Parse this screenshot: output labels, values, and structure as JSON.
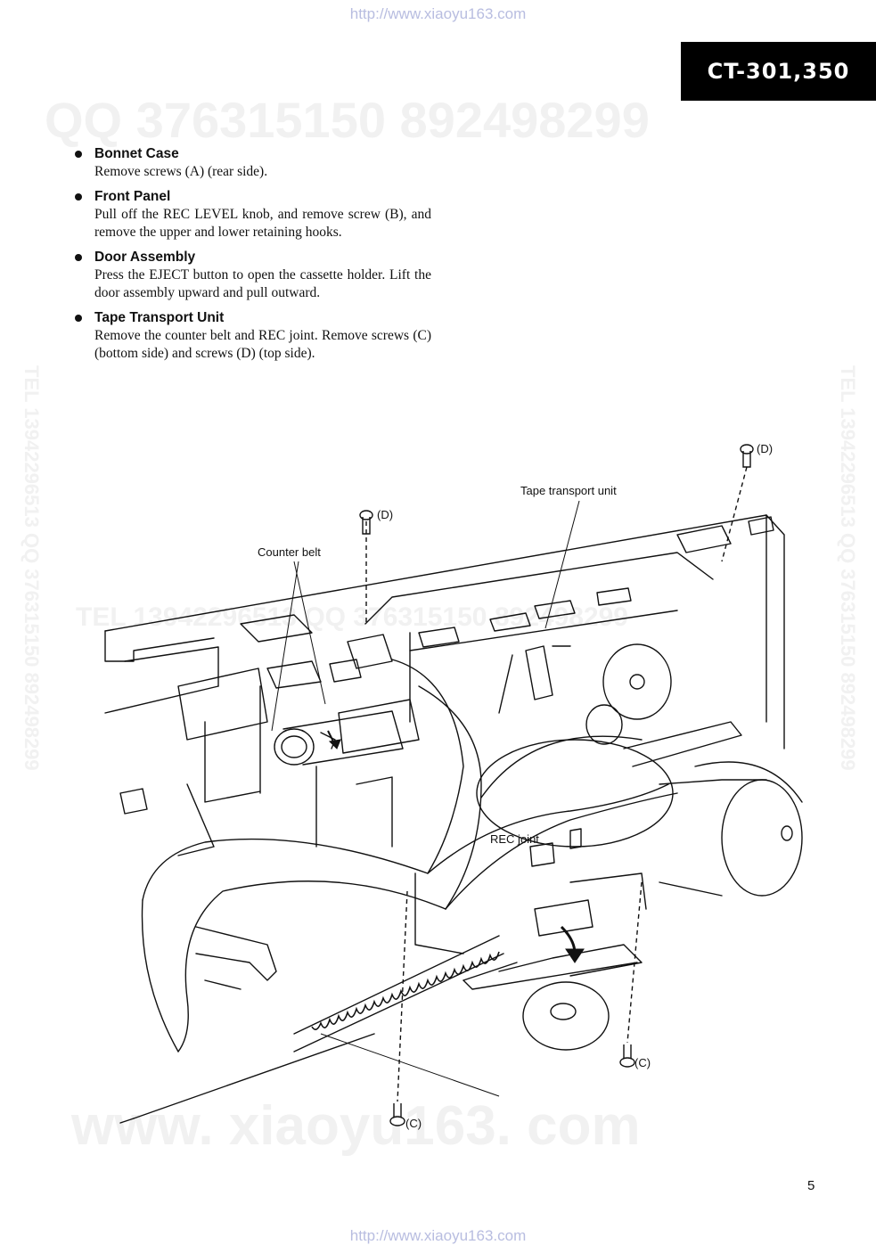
{
  "header": {
    "url_top": "http://www.xiaoyu163.com",
    "model": "CT-301,350"
  },
  "watermarks": {
    "qq": "QQ 376315150  892498299",
    "tel": "TEL 13942296513  QQ 376315150  892498299",
    "www": "www. xiaoyu163. com"
  },
  "sections": [
    {
      "heading": "Bonnet Case",
      "text": "Remove screws (A) (rear side)."
    },
    {
      "heading": "Front Panel",
      "text": "Pull off the REC LEVEL knob, and remove screw (B), and remove the upper and lower retaining hooks."
    },
    {
      "heading": "Door Assembly",
      "text": "Press the EJECT button to open the cassette holder. Lift the door assembly upward and pull outward."
    },
    {
      "heading": "Tape Transport Unit",
      "text": "Remove the counter belt and REC joint. Remove screws (C) (bottom side) and screws (D) (top side)."
    }
  ],
  "figure": {
    "labels": {
      "tape_transport_unit": "Tape transport unit",
      "counter_belt": "Counter belt",
      "rec_joint": "REC joint",
      "screw_d": "(D)",
      "screw_c": "(C)"
    }
  },
  "footer": {
    "page_number": "5",
    "url_bottom": "http://www.xiaoyu163.com"
  }
}
